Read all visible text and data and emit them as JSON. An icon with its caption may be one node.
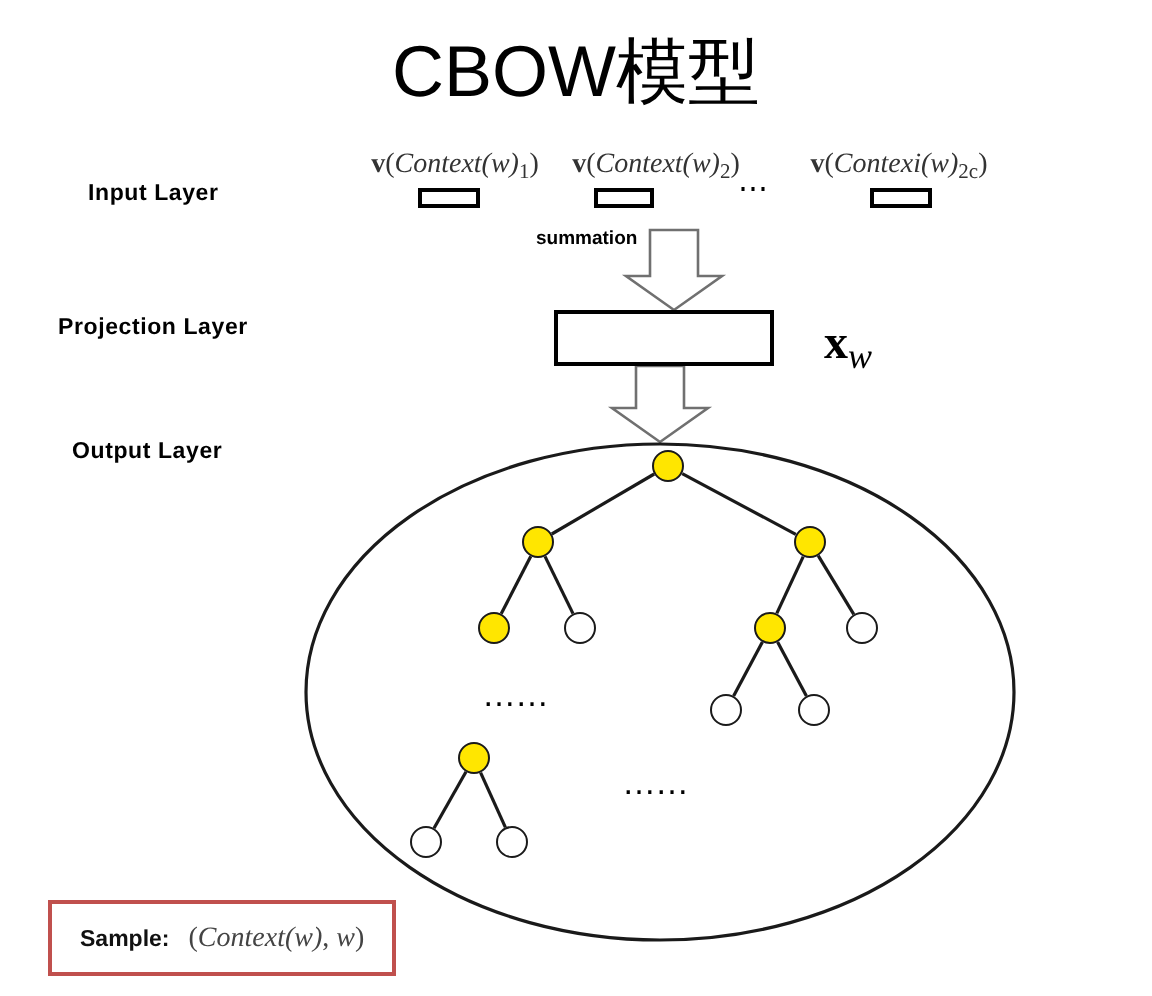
{
  "diagram": {
    "title": "CBOW模型",
    "nodes": [
      {
        "text": [
          "**v**(*Context(w)*$_{1}$)"
        ]
      },
      {
        "text": [
          "**v**(*Context(w)*$_{2}$)"
        ]
      },
      {
        "text": [
          "**v**(*Contexi(w)*$_{2c}$)"
        ]
      },
      {
        "text": [],
        "shape": "box",
        "beside": [
          "**x**$_{w}$"
        ]
      },
      {
        "text": [],
        "shape": "ellipse"
      },
      {
        "text": [],
        "shape": "circle",
        "in": 4
      },
      {
        "text": [],
        "shape": "circle",
        "in": 4
      },
      {
        "text": [],
        "shape": "circle",
        "in": 4
      },
      {
        "text": [],
        "shape": "circle",
        "in": 4
      },
      {
        "text": [],
        "shape": "circle",
        "in": 4
      },
      {
        "text": [],
        "shape": "circle",
        "in": 4
      },
      {
        "text": [],
        "shape": "circle",
        "in": 4
      },
      {
        "text": [],
        "shape": "circle",
        "in": 4
      },
      {
        "text": [],
        "shape": "circle",
        "in": 4
      },
      {
        "text": [],
        "shape": "circle",
        "in": 4
      },
      {
        "text": [],
        "shape": "circle",
        "in": 4
      },
      {
        "text": [],
        "shape": "circle",
        "in": 4
      },
      {
        "text": [
          "**Sample:** (*Context(w)*, *w*)"
        ]
      }
    ],
    "edges": [
      {
        "from": null,
        "to": 3,
        "arrow": "to",
        "label": "summation",
        "style": "thick"
      },
      {
        "from": 3,
        "to": 4,
        "arrow": "to",
        "style": "thick"
      },
      {
        "from": 5,
        "to": 6,
        "arrow": "none"
      },
      {
        "from": 5,
        "to": 7,
        "arrow": "none"
      },
      {
        "from": 6,
        "to": 8,
        "arrow": "none"
      },
      {
        "from": 6,
        "to": 9,
        "arrow": "none"
      },
      {
        "from": 7,
        "to": 10,
        "arrow": "none"
      },
      {
        "from": 7,
        "to": 11,
        "arrow": "none"
      },
      {
        "from": 10,
        "to": 12,
        "arrow": "none"
      },
      {
        "from": 10,
        "to": 13,
        "arrow": "none"
      },
      {
        "from": 14,
        "to": 15,
        "arrow": "none"
      },
      {
        "from": 14,
        "to": 16,
        "arrow": "none"
      }
    ],
    "labels": [
      "Input Layer",
      "⋯",
      "Projection Layer",
      "Output Layer",
      "……",
      "……"
    ]
  }
}
